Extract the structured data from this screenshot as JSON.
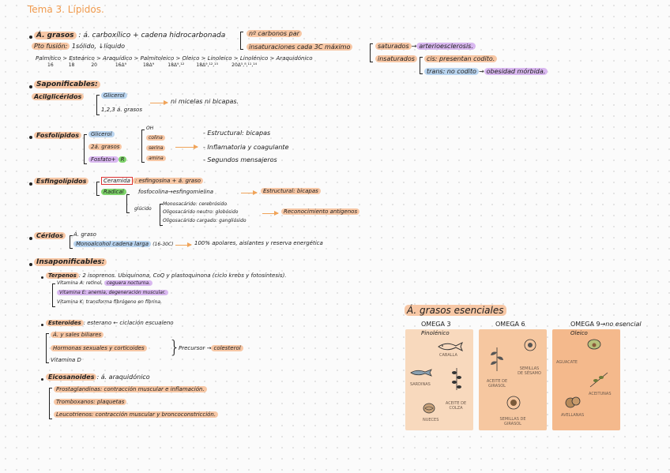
{
  "title": "Tema 3. Lípidos.",
  "acidos_grasos": {
    "label": "Á. grasos",
    "def": ": á. carboxílico + cadena hidrocarbonada",
    "n_carbonos": "nº carbonos par",
    "insaturaciones": "insaturaciones cada 3C máximo",
    "saturados": "saturados",
    "saturados_result": "arterioesclerosis.",
    "insaturados": "insaturados",
    "cis": "cis: presentan codito.",
    "trans": "trans: no codito",
    "trans_result": "obesidad mórbida.",
    "pto_label": "Pto fusión:",
    "pto_value": "1sólido, ↓líquido",
    "series_names": "Palmítico > Esteárico > Araquídico > Palmitoleico > Oleico > Linoleico > Linolénico > Araquidónico",
    "series_sub": "16          18           20            16Δ⁹           18Δ⁹         18Δ⁹,¹²        18Δ⁹,¹²,¹⁵         20Δ⁵,⁸,¹¹,¹⁴"
  },
  "saponificables": {
    "label": "Saponificables:",
    "acilgliceridos": {
      "label": "Acilglicéridos",
      "items": [
        "Glicerol",
        "1,2,3 á. grasos"
      ],
      "result": "ni micelas ni bicapas."
    },
    "fosfolipidos": {
      "label": "Fosfolípidos",
      "items": [
        "Glicerol",
        "2á. grasos",
        "Fosfato+"
      ],
      "r_tag": "R",
      "groups": [
        "OH",
        "colina",
        "serina",
        "amina"
      ],
      "functions": [
        "- Estructural: bicapas",
        "- Inflamatoria y coagulante",
        "- Segundos mensajeros"
      ]
    },
    "esfingolipidos": {
      "label": "Esfingolípidos",
      "ceramida": "Ceramida",
      "ceramida_def": ": esfingosina + á. graso",
      "radical": "Radical",
      "fosfo": "fosfocolina→esfingomielina",
      "fosfo_result": "Estructural: bicapas",
      "glucido": "glúcido",
      "glucido_items": [
        "Monosacárido: cerebrósido",
        "Oligosacárido neutro: globósido",
        "Oligosacárido cargado: gangliósido"
      ],
      "glucido_result": "Reconocimiento antígenos"
    },
    "ceridos": {
      "label": "Céridos",
      "items": [
        "Á. graso",
        "Monoalcohol cadena larga"
      ],
      "note": "(16-30C)",
      "result": "100% apolares, aislantes y reserva energética"
    }
  },
  "insaponificables": {
    "label": "Insaponificables:",
    "terpenos": {
      "label": "Terpenos",
      "def": ": 2 isoprenos. Ubiquinona, CoQ y plastoquinona (ciclo krebs y fotosíntesis).",
      "items": [
        "Vitamina A: retinol,",
        "Vitamina E: anemia, degeneración muscular.",
        "Vitamina K: transforma fibrógeno en fibrina."
      ],
      "vitA_extra": "ceguera nocturna."
    },
    "esteroides": {
      "label": "Esteroides",
      "def": ": esterano ← ciclación escualeno",
      "items": [
        "Á. y sales biliares",
        "Hormonas sexuales y corticoides",
        "Vitamina D"
      ],
      "precursor": "Precursor",
      "colesterol": "colesterol"
    },
    "eicosanoides": {
      "label": "Eicosanoides",
      "def": ": á. araquidónico",
      "items": [
        "Prostaglandinas: contracción muscular e inflamación.",
        "Tromboxanos: plaquetas",
        "Leucotrienos: contracción muscular y broncoconstricción."
      ]
    }
  },
  "esenciales": {
    "title": "Á. grasos esenciales",
    "columns": [
      {
        "name": "OMEGA 3",
        "sub": "Pinolénico",
        "labels": [
          "CABALLA",
          "SARDINAS",
          "ACEITE DE COLZA",
          "NUECES"
        ],
        "color": "#f8d9bd"
      },
      {
        "name": "OMEGA 6",
        "sub": "",
        "labels": [
          "SEMILLAS DE SÉSAMO",
          "ACEITE DE GIRASOL",
          "SEMILLAS DE GIRASOL"
        ],
        "color": "#f6c7a0"
      },
      {
        "name": "OMEGA 9",
        "arrow_text": "no esencial",
        "sub": "Oleico",
        "labels": [
          "AGUACATE",
          "ACEITUNAS",
          "AVELLANAS"
        ],
        "color": "#f4b98c"
      }
    ]
  }
}
